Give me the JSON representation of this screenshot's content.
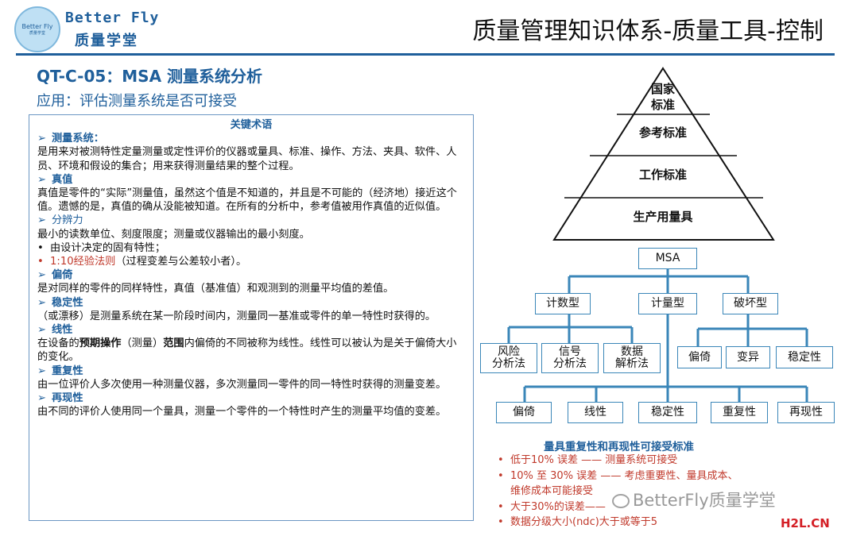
{
  "header": {
    "logo_text": "Better Fly",
    "logo_small": "质量学堂",
    "brand_en": "Better Fly",
    "brand_cn": "质量学堂",
    "title": "质量管理知识体系-质量工具-控制"
  },
  "section": {
    "title": "QT-C-05：MSA 测量系统分析",
    "application": "应用：评估测量系统是否可接受"
  },
  "terms": {
    "heading": "关键术语",
    "measurement_system": {
      "title": "测量系统：",
      "body": "是用来对被测特性定量测量或定性评价的仪器或量具、标准、操作、方法、夹具、软件、人员、环境和假设的集合；用来获得测量结果的整个过程。"
    },
    "true_value": {
      "title": "真值",
      "body": "真值是零件的“实际”测量值，虽然这个值是不知道的，并且是不可能的（经济地）接近这个值。遗憾的是，真值的确从没能被知道。在所有的分析中，参考值被用作真值的近似值。"
    },
    "resolution": {
      "title": "分辨力",
      "body": "最小的读数单位、刻度限度；测量或仪器输出的最小刻度。",
      "bullet1": "由设计决定的固有特性；",
      "bullet2_red": "1:10经验法则",
      "bullet2_rest": "（过程变差与公差较小者）。"
    },
    "bias": {
      "title": "偏倚",
      "body": "是对同样的零件的同样特性，真值（基准值）和观测到的测量平均值的差值。"
    },
    "stability": {
      "title": "稳定性",
      "body": "（或漂移）是测量系统在某一阶段时间内，测量同一基准或零件的单一特性时获得的。"
    },
    "linearity": {
      "title": "线性",
      "body_pre": "在设备的",
      "body_b1": "预期操作",
      "body_mid": "（测量）",
      "body_b2": "范围",
      "body_post": "内偏倚的不同被称为线性。线性可以被认为是关于偏倚大小的变化。"
    },
    "repeatability": {
      "title": "重复性",
      "body": "由一位评价人多次使用一种测量仪器，多次测量同一零件的同一特性时获得的测量变差。"
    },
    "reproducibility": {
      "title": "再现性",
      "body": "由不同的评价人使用同一个量具，测量一个零件的一个特性时产生的测量平均值的变差。"
    }
  },
  "pyramid": {
    "level1": "国家标准",
    "level1_line1": "国家",
    "level1_line2": "标准",
    "level2": "参考标准",
    "level3": "工作标准",
    "level4": "生产用量具"
  },
  "tree": {
    "root": "MSA",
    "count_type": "计数型",
    "measure_type": "计量型",
    "destructive_type": "破坏型",
    "risk_1": "风险",
    "risk_2": "分析法",
    "signal_1": "信号",
    "signal_2": "分析法",
    "data_1": "数据",
    "data_2": "解析法",
    "d_bias": "偏倚",
    "d_var": "变异",
    "d_stab": "稳定性",
    "m_bias": "偏倚",
    "m_lin": "线性",
    "m_stab": "稳定性",
    "m_rep": "重复性",
    "m_repro": "再现性"
  },
  "criteria": {
    "title": "量具重复性和再现性可接受标准",
    "item1": "低于10% 误差 —— 测量系统可接受",
    "item2a": "10% 至 30% 误差 —— 考虑重要性、量具成本、",
    "item2b": "维修成本可能接受",
    "item3": "大于30%的误差——",
    "item4": "数据分级大小(ndc)大于或等于5"
  },
  "watermark": "BetterFly质量学堂",
  "site_mark": "H2L.CN",
  "colors": {
    "brand_blue": "#1f5f9b",
    "line_blue": "#3a86b8",
    "red": "#c0392b"
  }
}
